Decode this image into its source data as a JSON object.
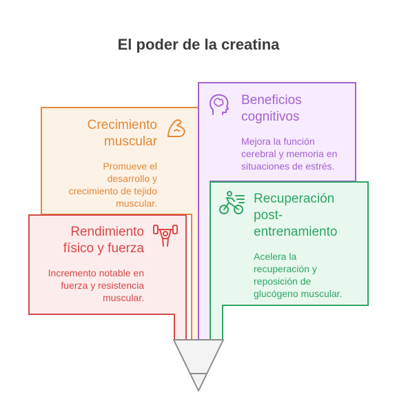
{
  "title": "El poder de la creatina",
  "cards": {
    "crecimiento": {
      "heading": [
        "Crecimiento",
        "muscular"
      ],
      "description": [
        "Promueve el",
        "desarrollo y",
        "crecimiento de tejido",
        "muscular."
      ],
      "color": "#e0893a",
      "fill": "#fdf2e6",
      "icon": "flexed-arm-icon"
    },
    "beneficios": {
      "heading": [
        "Beneficios",
        "cognitivos"
      ],
      "description": [
        "Mejora la función",
        "cerebral y memoria en",
        "situaciones de estrés."
      ],
      "color": "#a65fd1",
      "fill": "#f6ecfd",
      "icon": "brain-head-icon"
    },
    "rendimiento": {
      "heading": [
        "Rendimiento",
        "físico y fuerza"
      ],
      "description": [
        "Incremento notable en",
        "fuerza y resistencia",
        "muscular."
      ],
      "color": "#d84848",
      "fill": "#fdecec",
      "icon": "weightlifter-icon"
    },
    "recuperacion": {
      "heading": [
        "Recuperación",
        "post-",
        "entrenamiento"
      ],
      "description": [
        "Acelera la",
        "recuperación y",
        "reposición de",
        "glucógeno muscular."
      ],
      "color": "#2fa562",
      "fill": "#e8f8ef",
      "icon": "cyclist-icon"
    }
  },
  "funnel_icon": "funnel-icon"
}
